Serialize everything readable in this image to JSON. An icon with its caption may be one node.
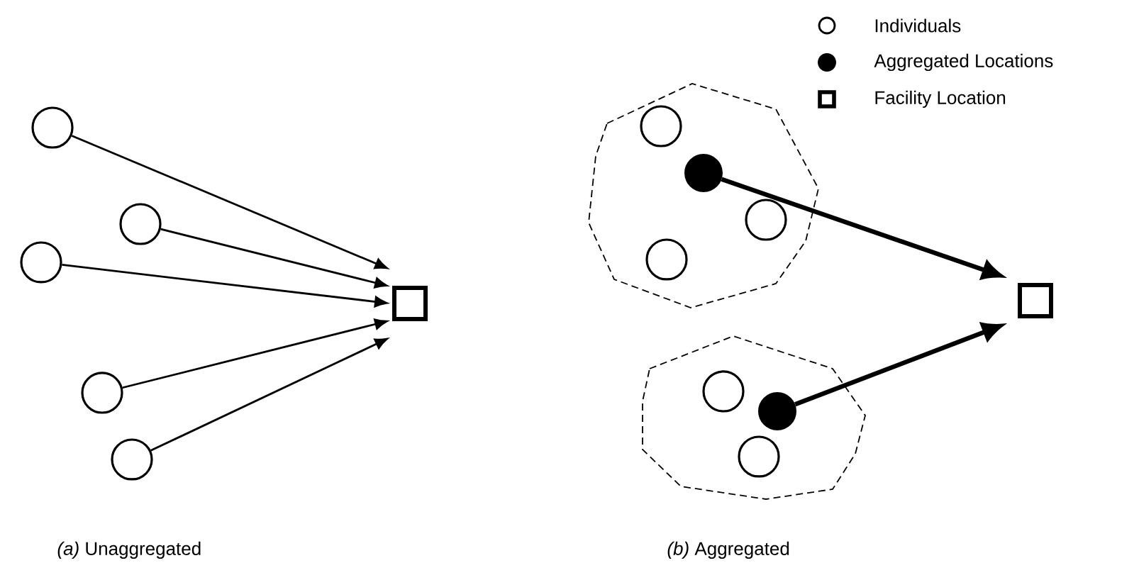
{
  "diagram": {
    "nodes": [
      {
        "text": [],
        "shape": "circle"
      },
      {
        "text": [],
        "shape": "circle"
      },
      {
        "text": [],
        "shape": "circle"
      },
      {
        "text": [],
        "shape": "circle"
      },
      {
        "text": [],
        "shape": "circle"
      },
      {
        "text": [],
        "shape": "box"
      },
      {
        "text": [],
        "shape": "polygon"
      },
      {
        "text": [],
        "shape": "circle",
        "in": 6
      },
      {
        "text": [],
        "shape": "dot",
        "in": 6
      },
      {
        "text": [],
        "shape": "circle",
        "in": 6
      },
      {
        "text": [],
        "shape": "circle",
        "in": 6
      },
      {
        "text": [],
        "shape": "polygon"
      },
      {
        "text": [],
        "shape": "circle",
        "in": 11
      },
      {
        "text": [],
        "shape": "dot",
        "in": 11
      },
      {
        "text": [],
        "shape": "circle",
        "in": 11
      },
      {
        "text": [],
        "shape": "box"
      }
    ],
    "edges": [
      {
        "from": 0,
        "to": 5,
        "arrow": "to"
      },
      {
        "from": 1,
        "to": 5,
        "arrow": "to"
      },
      {
        "from": 2,
        "to": 5,
        "arrow": "to"
      },
      {
        "from": 3,
        "to": 5,
        "arrow": "to"
      },
      {
        "from": 4,
        "to": 5,
        "arrow": "to"
      },
      {
        "from": 8,
        "to": 15,
        "arrow": "to",
        "style": "thick"
      },
      {
        "from": 13,
        "to": 15,
        "arrow": "to",
        "style": "thick"
      }
    ],
    "labels": [
      "*(a)* Unaggregated",
      "*(b)* Aggregated"
    ],
    "legend": [
      {
        "text": "Individuals"
      },
      {
        "text": "Aggregated Locations"
      },
      {
        "text": "Facility Location"
      }
    ]
  }
}
